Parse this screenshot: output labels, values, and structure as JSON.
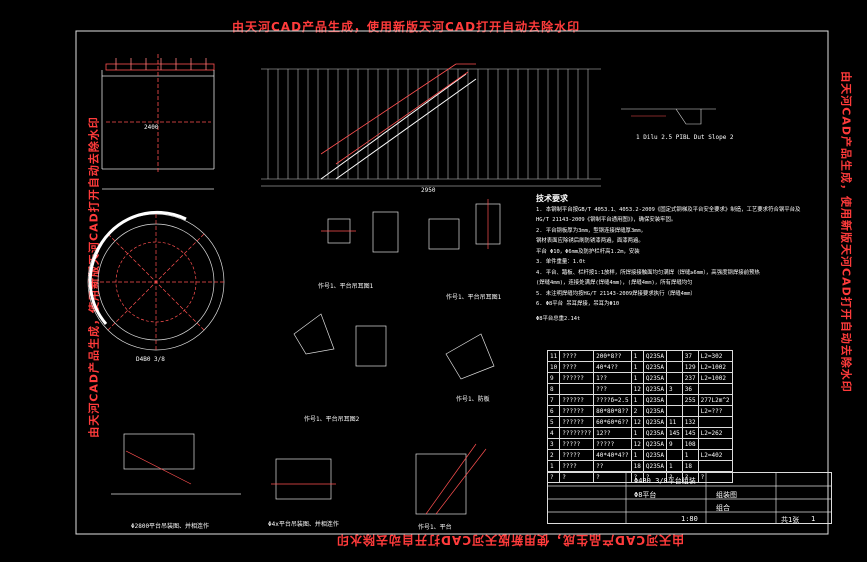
{
  "watermark": {
    "top": "由天河CAD产品生成，使用新版天河CAD打开自动去除水印",
    "bottom": "由天河CAD产品生成，使用新版天河CAD打开自动去除水印",
    "left": "由天河CAD产品生成，使用新版天河CAD打开自动去除水印",
    "right": "由天河CAD产品生成，使用新版天河CAD打开自动去除水印"
  },
  "labels": {
    "circle_view": "D4B0 3/8",
    "view_a": "作号1、平台吊耳图1",
    "view_b": "作号1、平台吊耳图1",
    "view_c": "作号1、平台吊耳图2",
    "view_d": "作号1、防板",
    "view_e": "Φ2800平台吊装图、并相连作",
    "view_f": "Φ4x平台吊装图、并相连作",
    "view_g": "作号1、平台",
    "dim_top": "2400",
    "dim_stair": "2950",
    "detail": "1 Dilu 2.5 PIBL  Dut Slope 2"
  },
  "tech": {
    "title": "技术要求",
    "lines": [
      "1. 本钢制平台按GB/T 4053.1、4053.2-2009《固定式钢梯及平台安全要求》制造，工艺要求符合钢平台及",
      "   HG/T 21143-2009《钢制平台通用图》》，确保安装牢固。",
      "2. 平台钢板厚为3mm，型钢连接焊缝厚3mm，",
      "   钢材表面应除锈后刷防锈漆两遍，面漆两遍。",
      "   平台 Φ10，Φ6mm及防护栏杆高1.2m，安装",
      "3. 单件重量：1.0t",
      "4. 平台、踏板、栏杆按1:1放样，所焊接接触面均匀满焊（焊缝≥6mm），高强度钢焊接前预热",
      "   (焊缝4mm)，连接处满焊(焊缝4mm)，(焊缝4mm)，所有焊缝均匀",
      "5. 未注明焊缝均按HG/T 21143-2009焊接要求执行（焊缝4mm）",
      "6. Φ8平台 吊耳焊接，吊耳为Φ10"
    ],
    "footer": "Φ8平台总重2.14t"
  },
  "bom": {
    "rows": [
      [
        "11",
        "????",
        "200*8??",
        "1",
        "Q235A",
        "",
        "37",
        "L2=302"
      ],
      [
        "10",
        "????",
        "40*4??",
        "1",
        "Q235A",
        "",
        "129",
        "L2=1002"
      ],
      [
        "9",
        "??????",
        "1??",
        "1",
        "Q235A",
        "",
        "237",
        "L2=1002"
      ],
      [
        "8",
        "",
        "???",
        "12",
        "Q235A",
        "3",
        "36",
        ""
      ],
      [
        "7",
        "??????",
        "????δ=2.5",
        "1",
        "Q235A",
        "",
        "255",
        "277L2m^2"
      ],
      [
        "6",
        "??????",
        "80*80*8??",
        "2",
        "Q235A",
        "",
        "",
        "L2=???"
      ],
      [
        "5",
        "??????",
        "60*60*6??",
        "12",
        "Q235A",
        "11",
        "132",
        ""
      ],
      [
        "4",
        "????????",
        "12??",
        "1",
        "Q235A",
        "145",
        "145",
        "L2=262"
      ],
      [
        "3",
        "?????",
        "?????",
        "12",
        "Q235A",
        "9",
        "108",
        ""
      ],
      [
        "2",
        "?????",
        "40*40*4??",
        "1",
        "Q235A",
        "",
        "1",
        "L2=402"
      ],
      [
        "1",
        "????",
        "??",
        "18",
        "Q235A",
        "1",
        "18",
        ""
      ],
      [
        "?",
        "?",
        "?",
        "?",
        "?",
        "?",
        "?",
        "?"
      ]
    ]
  },
  "titleblock": {
    "drawing_name": "Φ4B0 3/8平台组装",
    "sub_name": "Φ8平台",
    "scale": "1:80",
    "company": "组装图",
    "code": "组合",
    "sheet": "共1张",
    "num": "1"
  }
}
